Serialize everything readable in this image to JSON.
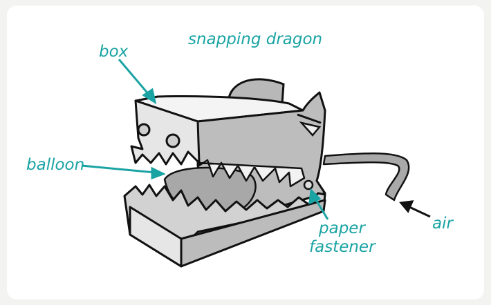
{
  "diagram": {
    "title": "snapping dragon",
    "labels": {
      "box": "box",
      "balloon": "balloon",
      "paper_line1": "paper",
      "paper_line2": "fastener",
      "air": "air"
    },
    "colors": {
      "label": "#1aa3a3",
      "background": "#f3f3f1",
      "panel": "#ffffff",
      "ink": "#111111",
      "box_light": "#d9d9d9",
      "box_mid": "#bdbdbd",
      "box_dark": "#8f8f8f"
    }
  }
}
